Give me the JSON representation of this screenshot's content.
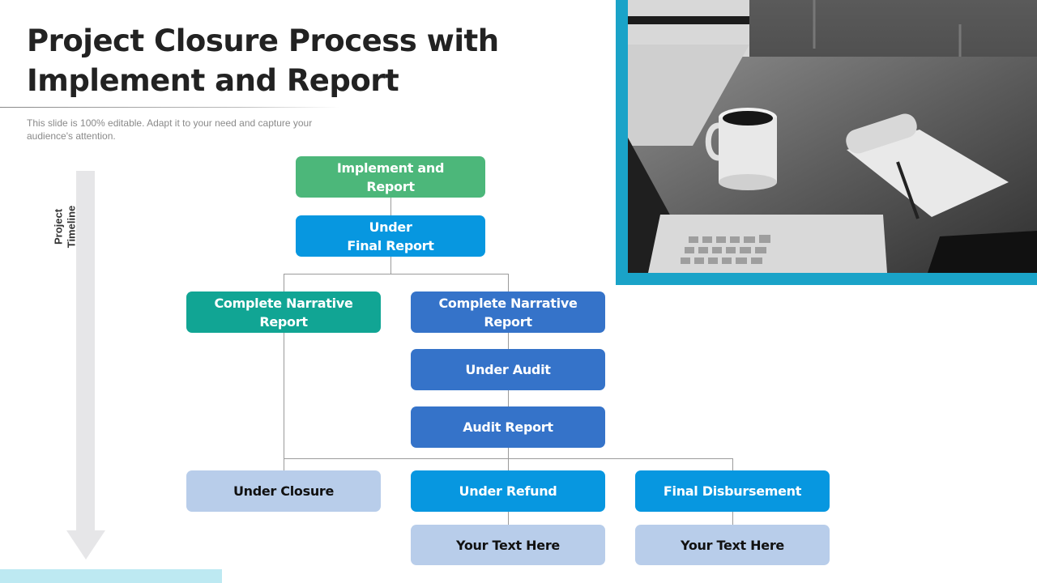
{
  "slide": {
    "title": "Project Closure Process with Implement and Report",
    "subtitle": "This slide is 100% editable. Adapt it to your need and capture your audience's attention.",
    "timeline_label": "Project\nTimeline",
    "photo_description": "Black and white photo of a desk with coffee mug, notepad with pen, laptop and phone"
  },
  "diagram": {
    "nodes": {
      "implement_report": "Implement and\nReport",
      "under_final_report": "Under\nFinal Report",
      "complete_narrative_left": "Complete Narrative\nReport",
      "complete_narrative_right": "Complete Narrative\nReport",
      "under_audit": "Under Audit",
      "audit_report": "Audit Report",
      "under_closure": "Under Closure",
      "under_refund": "Under Refund",
      "final_disbursement": "Final Disbursement",
      "your_text_1": "Your Text Here",
      "your_text_2": "Your Text Here"
    },
    "colors": {
      "green": "#4cb77a",
      "sky_blue": "#0797e0",
      "teal": "#11a594",
      "blue": "#3573c9",
      "light_blue": "#b8cdea",
      "photo_frame": "#1aa3c8",
      "timeline_arrow": "#e6e6e8",
      "connector": "#9b9b9b"
    }
  }
}
